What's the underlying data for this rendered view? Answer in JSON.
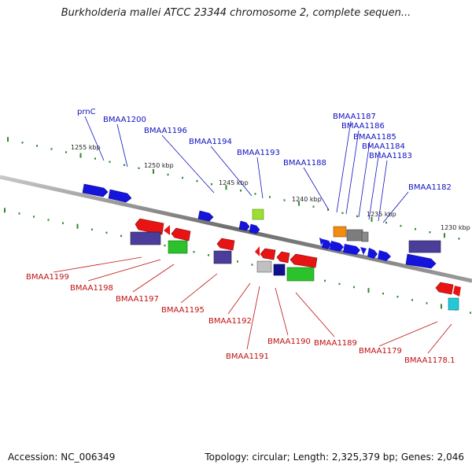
{
  "title": "Burkholderia mallei ATCC 23344 chromosome 2, complete sequen...",
  "footer": {
    "accession": "Accession: NC_006349",
    "stats": "Topology: circular; Length: 2,325,379 bp; Genes: 2,046"
  },
  "colors": {
    "backbone": "#8a8a8a",
    "label_top": "#1010c0",
    "label_bottom": "#c01010",
    "tick": "#2e8b2e"
  },
  "scale_labels": [
    "1255 kbp",
    "1250 kbp",
    "1245 kbp",
    "1240 kbp",
    "1235 kbp",
    "1230 kbp"
  ],
  "top_gene_labels": [
    "prnC",
    "BMAA1200",
    "BMAA1196",
    "BMAA1194",
    "BMAA1193",
    "BMAA1188",
    "BMAA1187",
    "BMAA1186",
    "BMAA1185",
    "BMAA1184",
    "BMAA1183",
    "BMAA1182"
  ],
  "bottom_gene_labels": [
    "BMAA1199",
    "BMAA1198",
    "BMAA1197",
    "BMAA1195",
    "BMAA1192",
    "BMAA1191",
    "BMAA1190",
    "BMAA1189",
    "BMAA1179",
    "BMAA1178.1"
  ]
}
